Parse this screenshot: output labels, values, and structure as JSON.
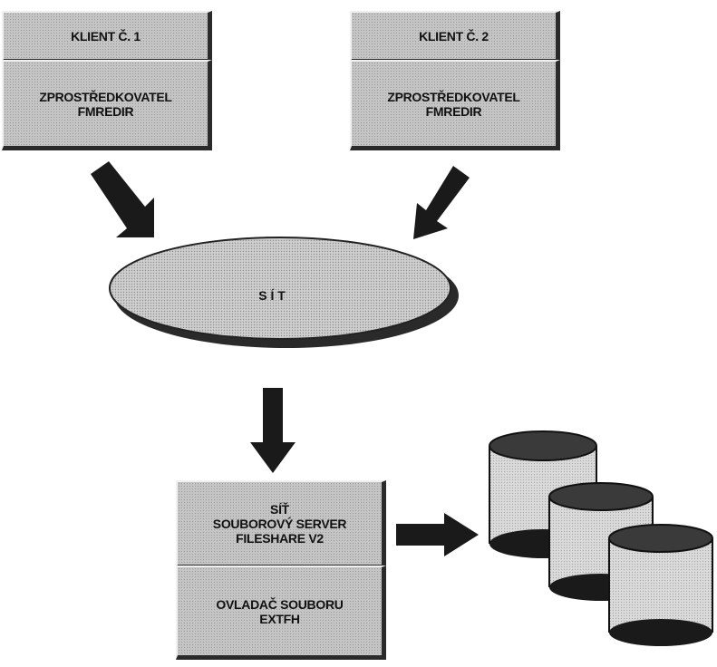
{
  "client1": {
    "title": "KLIENT Č. 1",
    "redir": "ZPROSTŘEDKOVATEL\nFMREDIR"
  },
  "client2": {
    "title": "KLIENT Č. 2",
    "redir": "ZPROSTŘEDKOVATEL\nFMREDIR"
  },
  "network": {
    "label": "S Í T"
  },
  "server": {
    "title": "SÍŤ\nSOUBOROVÝ SERVER\nFILESHARE V2",
    "driver": "OVLADAČ SOUBORU\nExTFH"
  },
  "colors": {
    "box_fill": "#c4c4c4",
    "shadow": "#2a2a2a",
    "disk_top": "#3a3a3a"
  }
}
